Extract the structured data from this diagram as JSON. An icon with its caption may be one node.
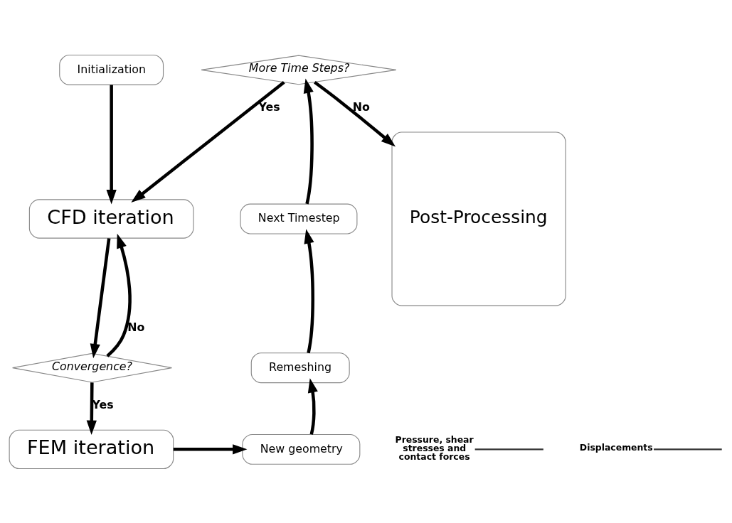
{
  "diagram": {
    "nodes": [
      {
        "text": [
          "Initialization"
        ]
      },
      {
        "text": [
          "CFD iteration"
        ]
      },
      {
        "text": [
          "Convergence?"
        ]
      },
      {
        "text": [
          "FEM iteration"
        ]
      },
      {
        "text": [
          "New geometry"
        ]
      },
      {
        "text": [
          "Remeshing"
        ]
      },
      {
        "text": [
          "Next Timestep"
        ]
      },
      {
        "text": [
          "More Time Steps?"
        ]
      },
      {
        "text": [
          "Post-Processing"
        ]
      },
      {
        "text": [
          "Pressure, shear stresses and contact forces"
        ]
      },
      {
        "text": [
          "Displacements"
        ]
      }
    ],
    "edges": [
      {
        "from": 0,
        "to": 1,
        "arrow": "to"
      },
      {
        "from": 1,
        "to": 2,
        "arrow": "to"
      },
      {
        "from": 2,
        "to": 1,
        "arrow": "to",
        "label": "No"
      },
      {
        "from": 2,
        "to": 3,
        "arrow": "to",
        "label": "Yes"
      },
      {
        "from": 3,
        "to": 4,
        "arrow": "to"
      },
      {
        "from": 4,
        "to": 5,
        "arrow": "to"
      },
      {
        "from": 5,
        "to": 6,
        "arrow": "to"
      },
      {
        "from": 6,
        "to": 7,
        "arrow": "to"
      },
      {
        "from": 7,
        "to": 1,
        "arrow": "to",
        "label": "Yes"
      },
      {
        "from": 7,
        "to": 8,
        "arrow": "to",
        "label": "No"
      },
      {
        "from": 9,
        "to": null,
        "arrow": "none"
      },
      {
        "from": 10,
        "to": null,
        "arrow": "none"
      }
    ]
  }
}
